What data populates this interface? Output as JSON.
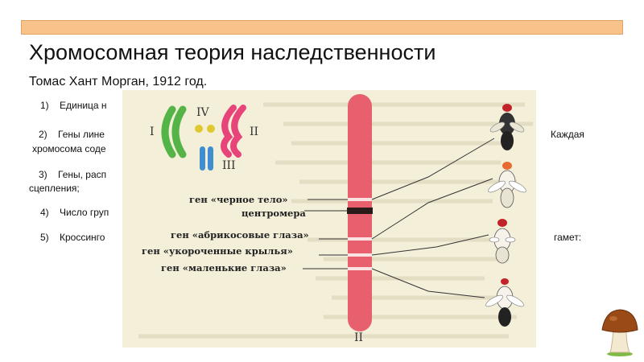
{
  "slide": {
    "title": "Хромосомная теория наследственности",
    "subtitle": "Томас Хант Морган, 1912 год.",
    "points": [
      {
        "num": "1)",
        "text": "Единица н"
      },
      {
        "num": "2)",
        "text": "Гены лине",
        "tail": "Каждая",
        "line2": "хромосома соде"
      },
      {
        "num": "3)",
        "text": "Гены, расп",
        "line2": "сцепления;"
      },
      {
        "num": "4)",
        "text": "Число груп"
      },
      {
        "num": "5)",
        "text": "Кроссинго",
        "tail": "гамет:"
      }
    ]
  },
  "figure": {
    "chromosome_groups": [
      "I",
      "IV",
      "II",
      "III"
    ],
    "chromosome_label": "II",
    "gene_labels": [
      "ген «черное тело»",
      "центромера",
      "ген «абрикосовые глаза»",
      "ген «укороченные крылья»",
      "ген «маленькие глаза»"
    ]
  },
  "colors": {
    "chromosome": "#e8606e",
    "group_I": "#55b447",
    "group_II": "#e7447a",
    "group_III": "#3f8fd0",
    "group_IV": "#e0c830",
    "figure_bg": "#f3efd8",
    "top_bar": "#f7c38a"
  }
}
